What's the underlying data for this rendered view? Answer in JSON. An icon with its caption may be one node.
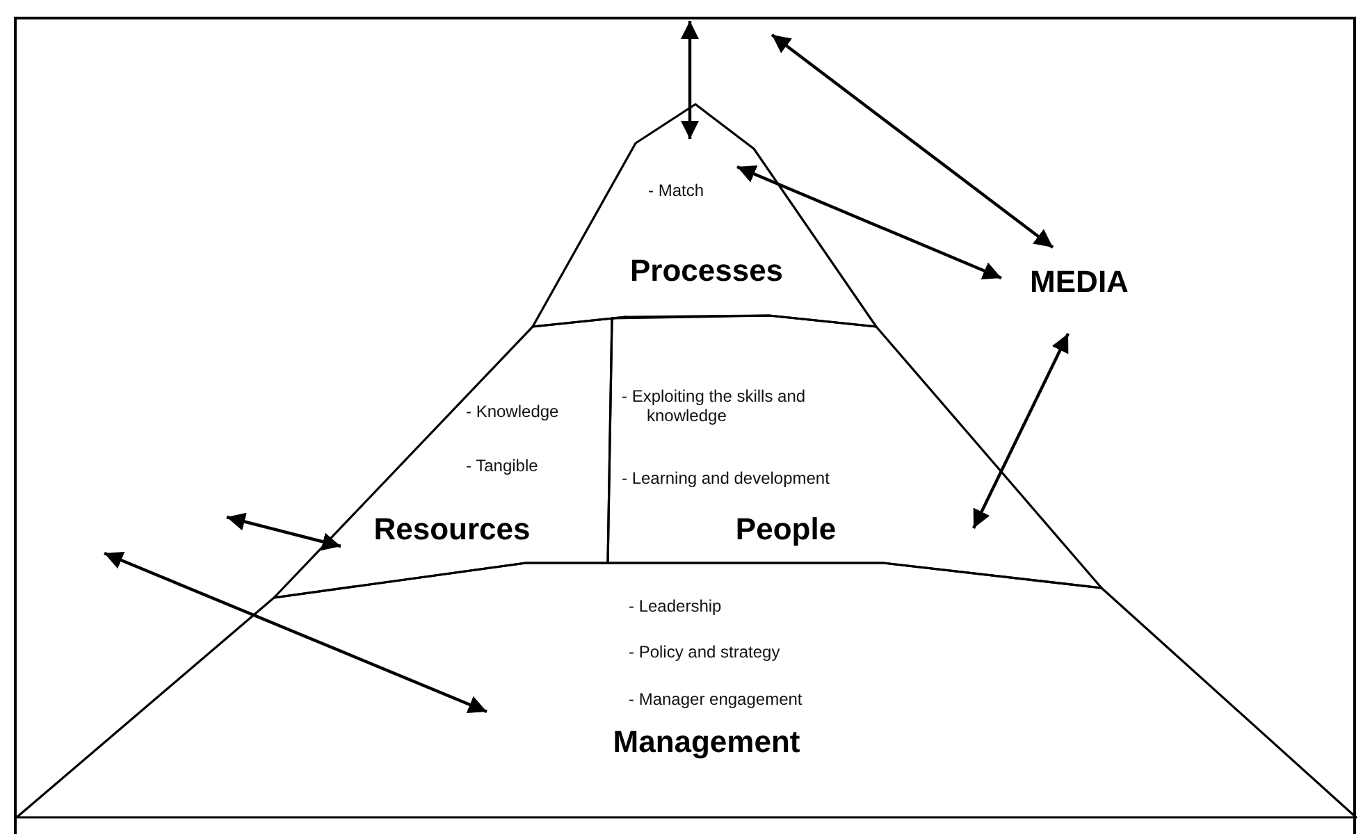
{
  "diagram": {
    "nodes": [
      {
        "text": [
          "- Match",
          "Processes"
        ]
      },
      {
        "text": [
          "- Knowledge",
          "- Tangible",
          "Resources"
        ]
      },
      {
        "text": [
          "- Exploiting the skills and knowledge",
          "- Learning and development",
          "People"
        ]
      },
      {
        "text": [
          "- Leadership",
          "- Policy and strategy",
          "- Manager engagement",
          "Management"
        ]
      },
      {
        "text": [
          "MEDIA"
        ]
      }
    ],
    "edges": [
      {
        "from": null,
        "to": 0,
        "arrow": "both"
      },
      {
        "from": null,
        "to": 4,
        "arrow": "both"
      },
      {
        "from": 0,
        "to": 4,
        "arrow": "both"
      },
      {
        "from": 4,
        "to": 2,
        "arrow": "both"
      },
      {
        "from": null,
        "to": 1,
        "arrow": "both"
      },
      {
        "from": null,
        "to": 3,
        "arrow": "both"
      }
    ]
  }
}
